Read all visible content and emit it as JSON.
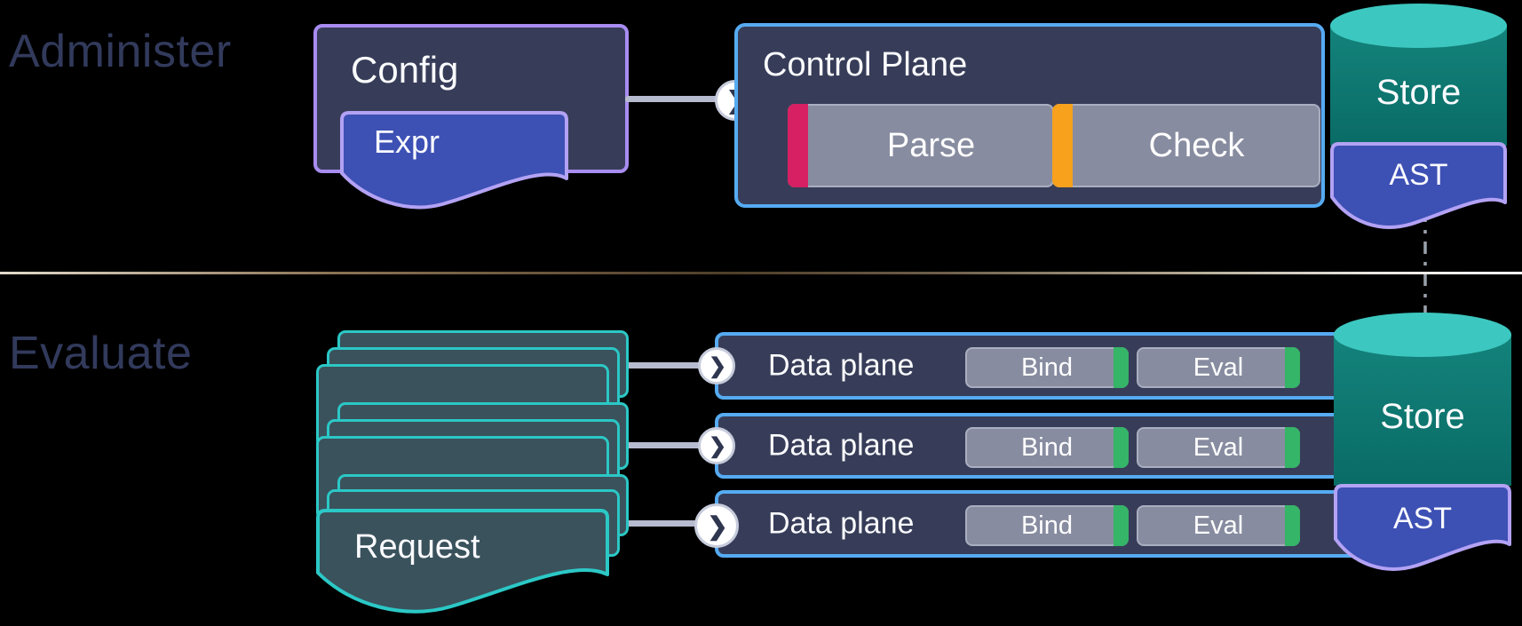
{
  "sections": {
    "administer": {
      "label": "Administer",
      "config": {
        "title": "Config",
        "expr_label": "Expr"
      },
      "control_plane": {
        "title": "Control Plane",
        "parse_label": "Parse",
        "check_label": "Check"
      },
      "store": {
        "label": "Store",
        "ast_label": "AST"
      }
    },
    "evaluate": {
      "label": "Evaluate",
      "request": {
        "label": "Request"
      },
      "data_planes": [
        {
          "title": "Data plane",
          "bind_label": "Bind",
          "eval_label": "Eval"
        },
        {
          "title": "Data plane",
          "bind_label": "Bind",
          "eval_label": "Eval"
        },
        {
          "title": "Data plane",
          "bind_label": "Bind",
          "eval_label": "Eval"
        }
      ],
      "store": {
        "label": "Store",
        "ast_label": "AST"
      }
    }
  },
  "icons": {
    "chevron_right": "❯"
  },
  "colors": {
    "background": "#000000",
    "box_navy": "#373D58",
    "section_label": "#323A5C",
    "purple_border": "#A88CF0",
    "light_purple_border": "#B3A2F4",
    "indigo_doc": "#3D50B4",
    "blue_border": "#56ABF2",
    "gray_module": "#878CA0",
    "parse_accent_pink": "#D62063",
    "check_accent_orange": "#F7A11D",
    "bind_eval_accent_green": "#35B567",
    "request_teal_border": "#2BC8C6",
    "request_fill": "#3A525C",
    "cylinder_top": "#3CC7C0",
    "cylinder_body": "#0F7A74",
    "connector_gray": "#B6BBCF"
  }
}
